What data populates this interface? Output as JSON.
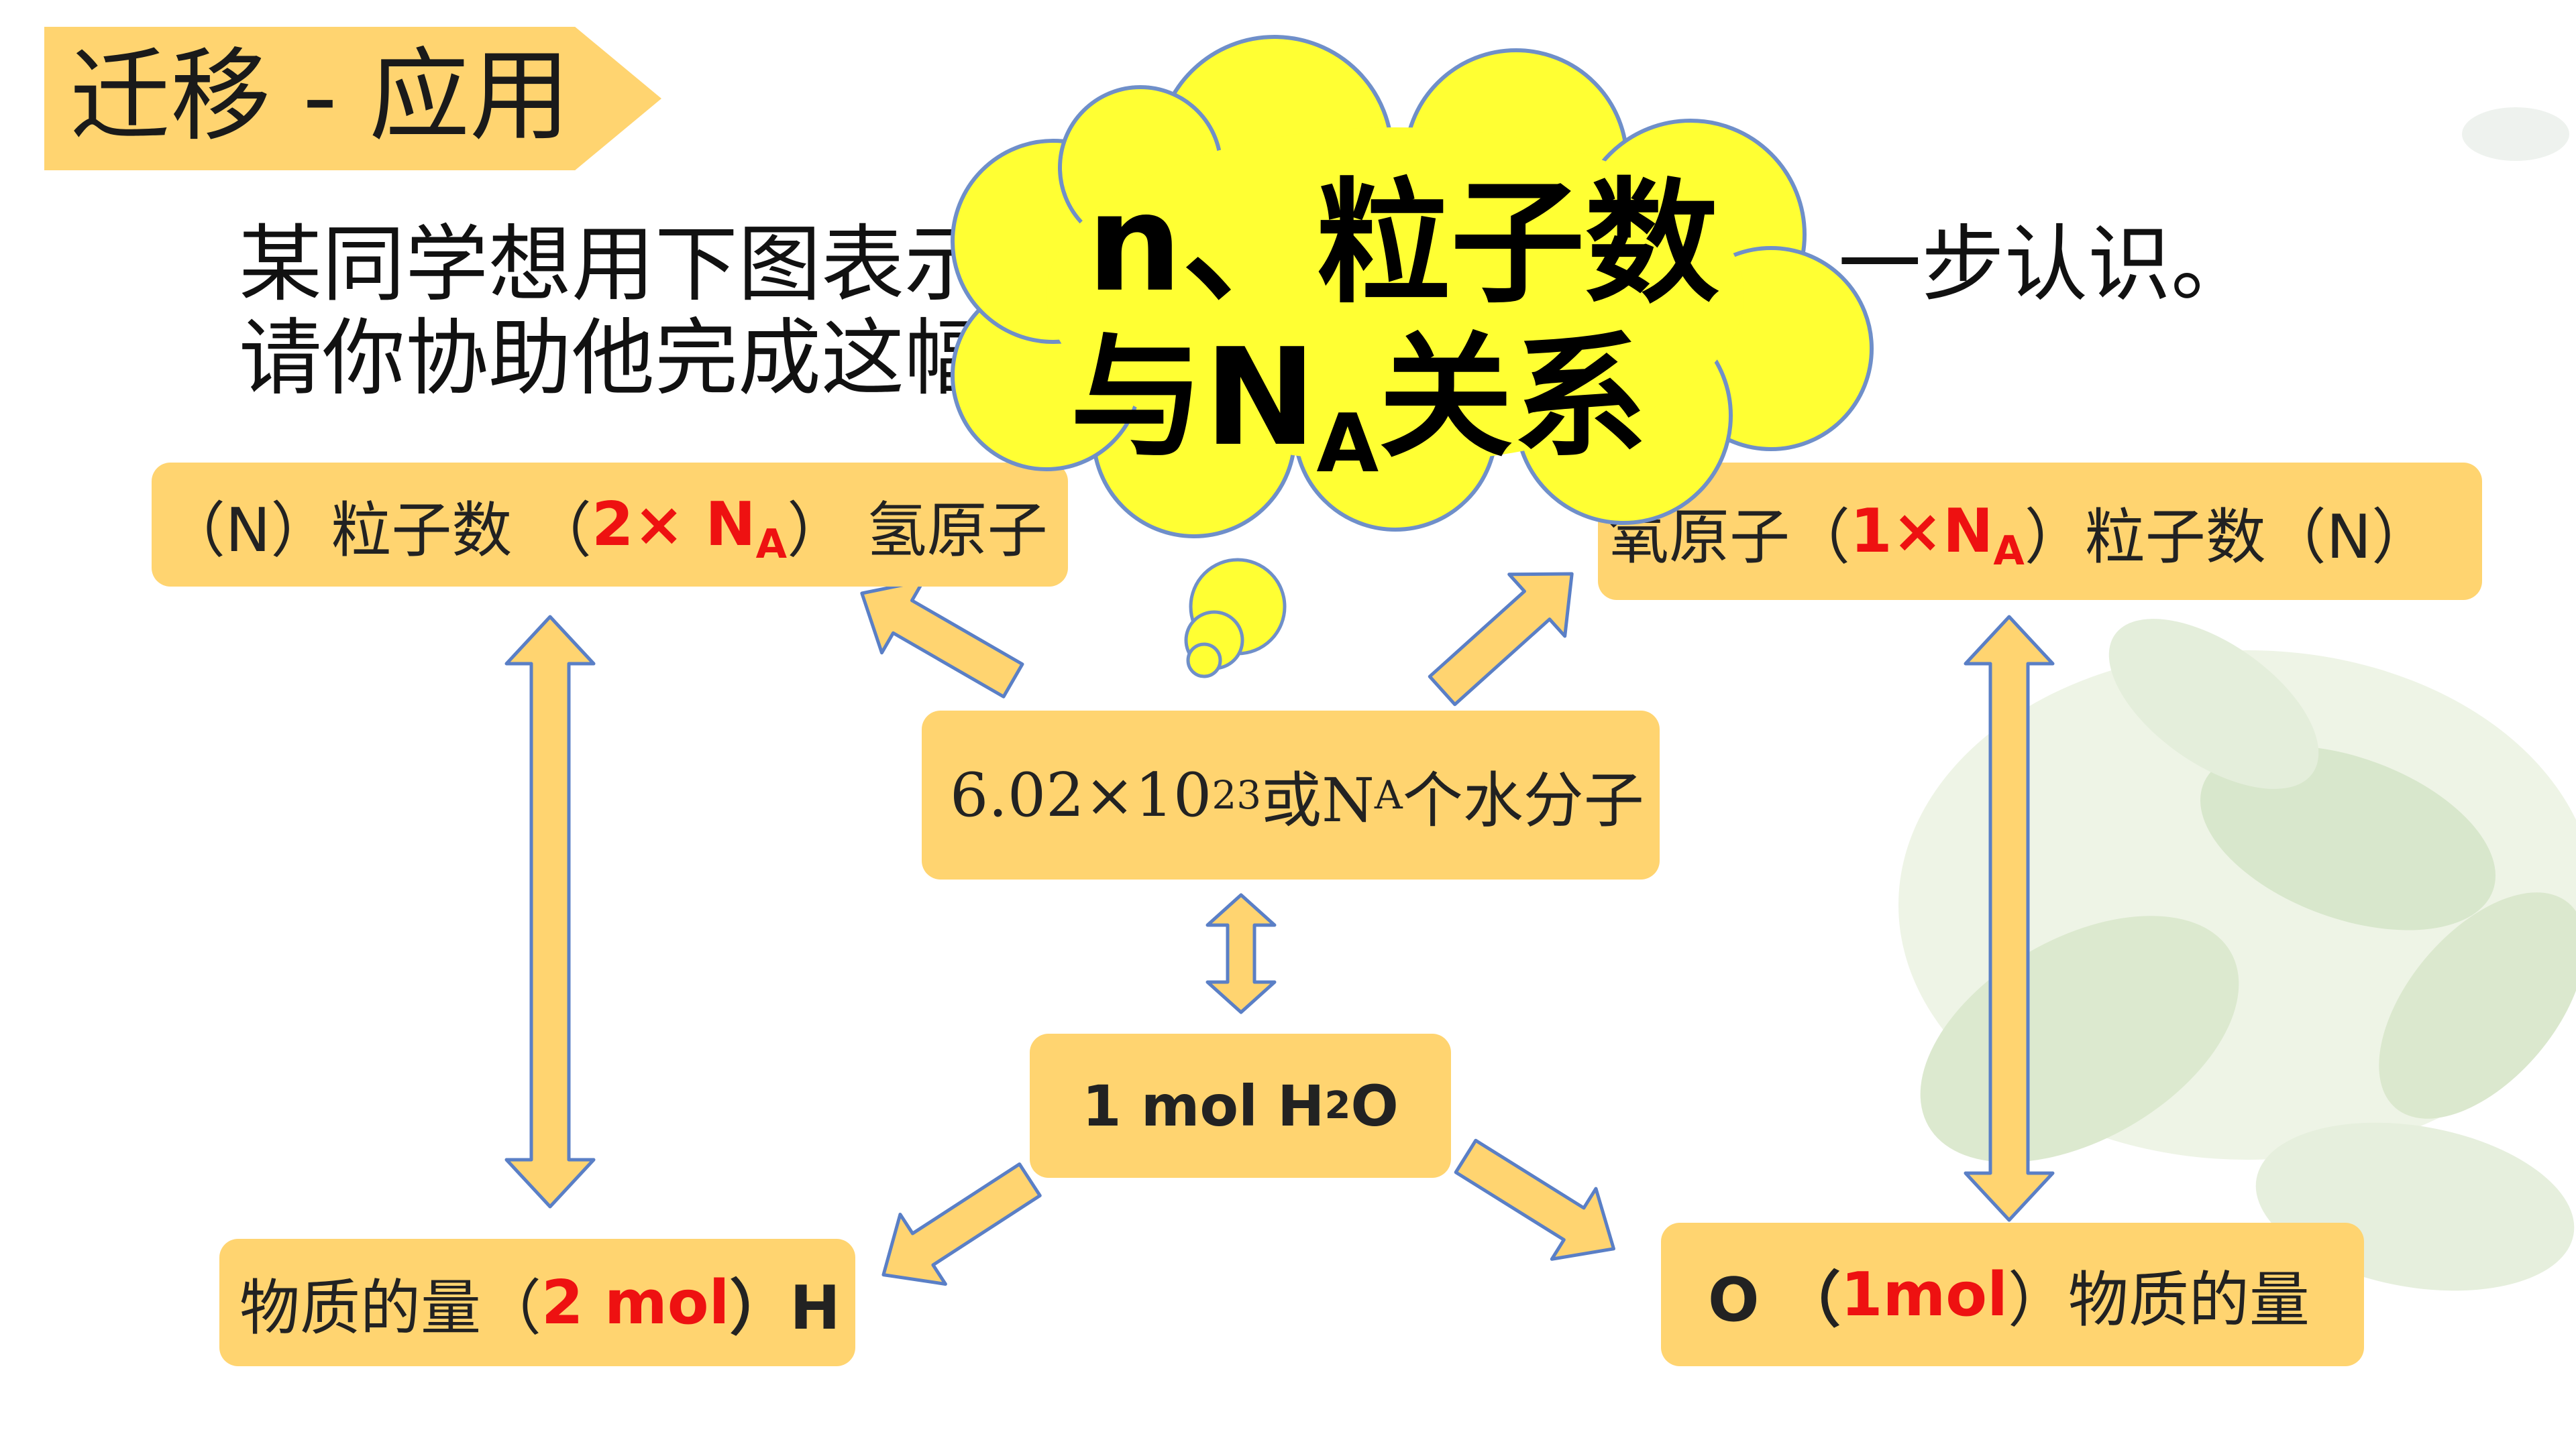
{
  "header": {
    "title": "迁移 - 应用"
  },
  "intro": {
    "line1_left": "某同学想用下图表示",
    "line1_right": "一步认识。",
    "line2": "请你协助他完成这幅"
  },
  "cloud": {
    "line1": "n、粒子数",
    "line2_prefix": "与N",
    "line2_sub": "A",
    "line2_suffix": "关系"
  },
  "nodes": {
    "h_particles": {
      "prefix": "（N）粒子数 （",
      "value": "2× N",
      "sub": "A",
      "suffix": "） 氢原子"
    },
    "o_particles": {
      "prefix": "氧原子（",
      "value": "1×N",
      "sub": "A",
      "suffix": "）粒子数（N）"
    },
    "water_count": {
      "base": "6.02×10",
      "sup": "23",
      "mid": " 或N",
      "sub": "A",
      "suffix": "个水分子"
    },
    "water_mol": {
      "prefix": "1 mol  H",
      "sub": "2",
      "suffix": "O"
    },
    "h_amount": {
      "prefix": "物质的量（",
      "value": "2 mol",
      "suffix": "）H"
    },
    "o_amount": {
      "prefix": "O （",
      "value": "1mol",
      "suffix": "）物质的量"
    }
  },
  "colors": {
    "box": "#ffd470",
    "highlight": "#ee1111",
    "cloud": "#ffff33",
    "cloud_border": "#6f8fc9",
    "arrow_fill": "#ffd470",
    "arrow_stroke": "#5a7fc6"
  }
}
